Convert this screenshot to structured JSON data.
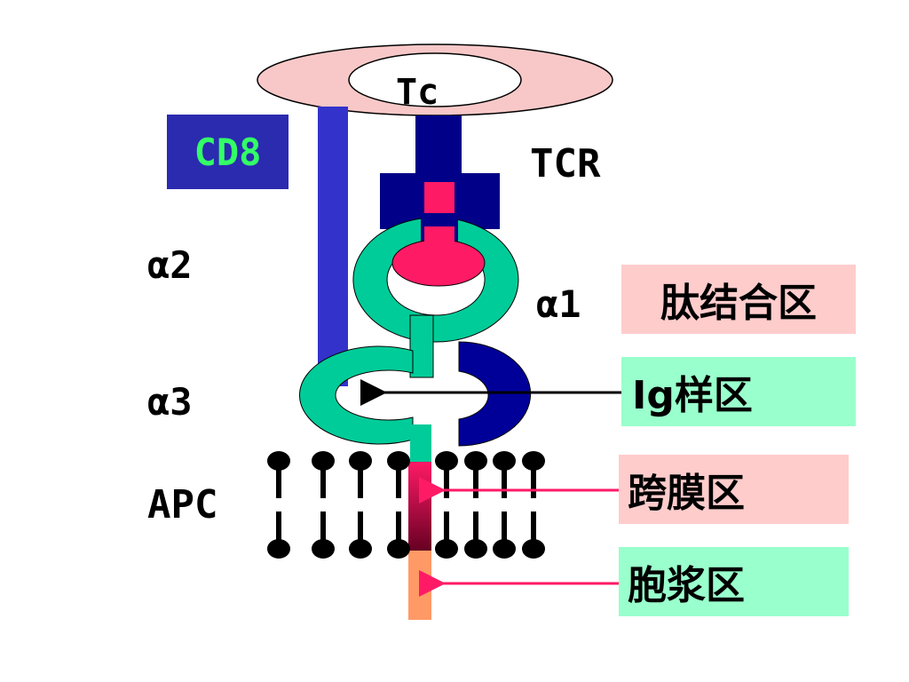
{
  "labels": {
    "tc": "Tc",
    "cd8": "CD8",
    "tcr": "TCR",
    "alpha2": "α2",
    "alpha1": "α1",
    "alpha3": "α3",
    "apc": "APC"
  },
  "region_boxes": {
    "peptide_binding": "肽结合区",
    "ig_like": "Ig样区",
    "transmembrane": "跨膜区",
    "cytoplasmic": "胞浆区"
  },
  "colors": {
    "tc_membrane": "#f8c8c8",
    "cd8_bar": "#3333cc",
    "cd8_box": "#2b2bb0",
    "cd8_text": "#33ff66",
    "tcr": "#000088",
    "peptide": "#ff1a66",
    "alpha_domain": "#00cc99",
    "beta2m": "#000099",
    "pink_box": "#ffcccc",
    "green_box": "#99ffcc",
    "cytoplasmic_tail": "#ff9966",
    "arrow_pink": "#ff1a66"
  }
}
